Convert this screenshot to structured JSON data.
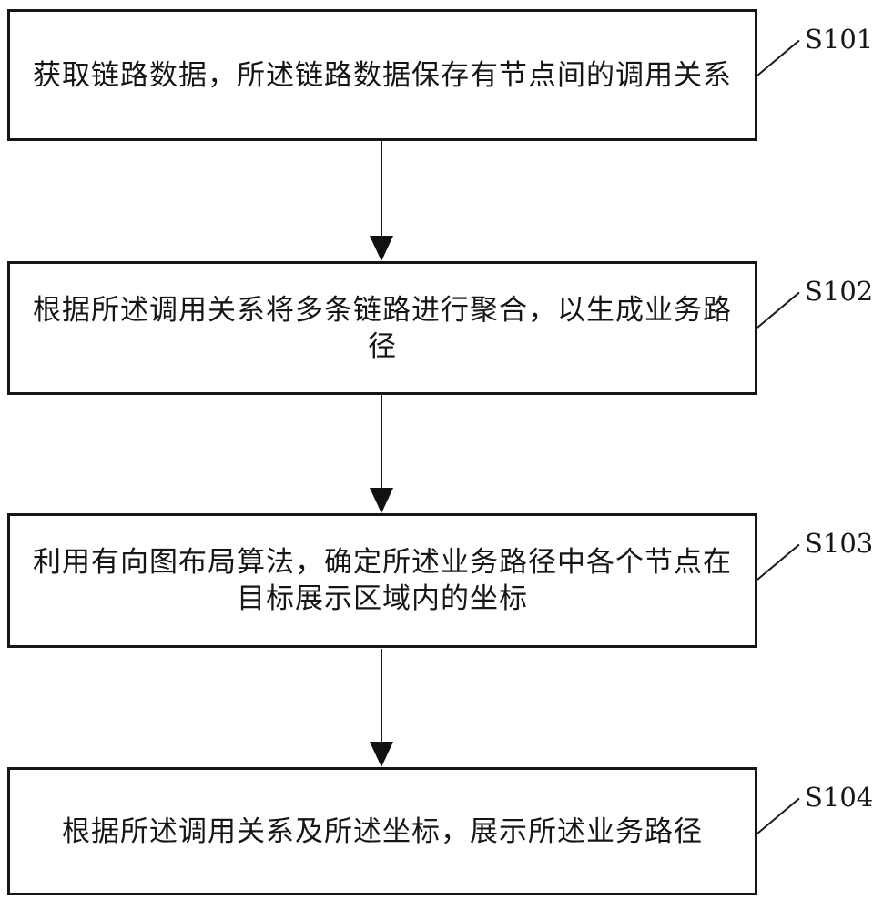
{
  "figure": {
    "type": "flowchart",
    "colors": {
      "background": "#ffffff",
      "line": "#161616",
      "text": "#161616"
    },
    "steps": [
      {
        "label": "S101",
        "text": "获取链路数据，所述链路数据保存有节点间的调用关系"
      },
      {
        "label": "S102",
        "text": "根据所述调用关系将多条链路进行聚合，以生成业务路径"
      },
      {
        "label": "S103",
        "text": "利用有向图布局算法，确定所述业务路径中各个节点在目标展示区域内的坐标"
      },
      {
        "label": "S104",
        "text": "根据所述调用关系及所述坐标，展示所述业务路径"
      }
    ],
    "connectors": [
      {
        "from": "S101",
        "to": "S102",
        "style": "down-arrow"
      },
      {
        "from": "S102",
        "to": "S103",
        "style": "down-arrow"
      },
      {
        "from": "S103",
        "to": "S104",
        "style": "down-arrow"
      }
    ]
  }
}
